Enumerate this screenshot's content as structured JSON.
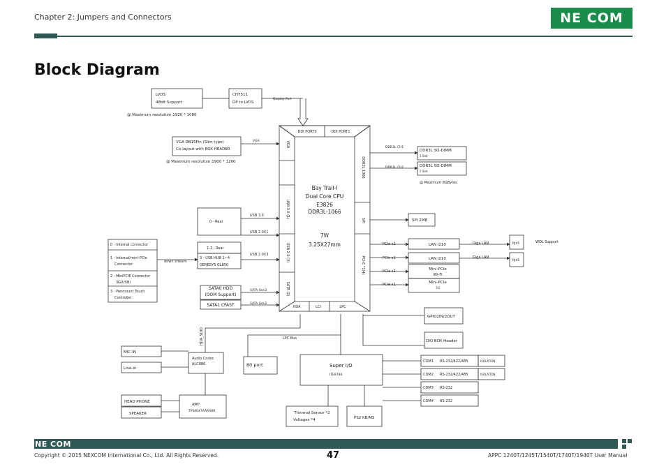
{
  "header": {
    "chapter": "Chapter 2: Jumpers and Connectors",
    "logo": "NE COM"
  },
  "page_title": "Block Diagram",
  "cpu": {
    "name": "Bay Trail-I",
    "line2": "Dual Core CPU",
    "line3": "E3826",
    "line4": "DDR3L-1066",
    "power": "7W",
    "size": "3.25X27mm",
    "ports": {
      "ddi0": "DDI PORT0",
      "ddi1": "DDI PORT1",
      "vga": "VGA",
      "usb30": "USB 3.0 (1)",
      "usb20": "USB 2.0 (4)",
      "sata": "SATA (2)",
      "ddr": "DDR3L 1066",
      "spi": "SPI",
      "pcie": "PCI-E *1(4)",
      "hda": "HDA",
      "lci": "LCI",
      "lpc": "LPC"
    }
  },
  "blocks": {
    "lvds_1": "LVDS",
    "lvds_2": "48bit Support",
    "ch7511_1": "CH7511",
    "ch7511_2": "DP to LVDS",
    "lvds_res": "@ Maximum resolution:1920 * 1080",
    "vga_1": "VGA DB15Pin (Slim type)",
    "vga_2": "Co-layout with BOX HEADER",
    "vga_res": "@ Maximum resolution:1900 * 1200",
    "usb_rear": "0 - Rear",
    "rear2": "1-2 - Rear",
    "usb_hub_1": "3 - USB HUB 1~4",
    "usb_hub_2": "GENESYS GL850",
    "internal_1": "0 - Internal connector",
    "internal_2": "1 - Internal/mini-PCIe",
    "internal_3": "Connector",
    "internal_4": "2 - MiniPCIE Connector",
    "internal_5": "3G(USB)",
    "internal_6": "3 - Penmount Touch",
    "internal_7": "Controller",
    "downstream": "down stream",
    "sata0_1": "SATA0 HDD",
    "sata0_2": "(DOM Support)",
    "sata1": "SATA1 CFAST",
    "ddr_1a": "DDR3L SO-DIMM",
    "ddr_1b": "1 Slot",
    "ddr_2a": "DDR3L SO-DIMM",
    "ddr_2b": "2 Slot",
    "ddr_max": "@ Maximum 8GBytes",
    "spi_flash": "SPI 2MB",
    "lan1": "LAN i210",
    "lan2": "LAN i210",
    "minipcie_wifi_1": "Mini-PCIe",
    "minipcie_wifi_2": "Wi-Fi",
    "minipcie_3g_1": "Mini-PCIe",
    "minipcie_3g_2": "3G",
    "rj45_1": "RJ45",
    "rj45_2": "RJ45",
    "wol": "WOL Support",
    "gpio": "GPIO2IN/2OUT",
    "dio": "DIO BOX Header",
    "superio_1": "Super I/O",
    "superio_2": "ITE8786",
    "port80": "80 port",
    "codec_1": "Audio Codec",
    "codec_2": "ALC886",
    "mic": "MIC-IN",
    "linein": "Line-in",
    "headphone": "HEAD PHONE",
    "speaker": "SPEAKER",
    "amp_1": "AMP",
    "amp_2": "TPS6047AARHBR",
    "thermal_1": "Thermal Sensor *2",
    "thermal_2": "Voltages *4",
    "ps2": "PS2 KB/MS",
    "com1": "COM1",
    "com1_t": "RS-232/422/485",
    "com2": "COM2",
    "com2_t": "RS-232/422/485",
    "com3": "COM3",
    "com3_t": "RS-232",
    "com4": "COM4",
    "com4_t": "RS-232",
    "isolation": "ISOLATION"
  },
  "links": {
    "display_port": "Display Port",
    "vga": "VGA",
    "usb30": "USB 3.0",
    "usb20x1": "USB 2.0X1",
    "usb20x3": "USB 2.0X3",
    "sata_gen2a": "SATA Gen2",
    "sata_gen2b": "SATA Gen2",
    "ddr_ch1": "DDR3L CH1",
    "ddr_ch2": "DDR3L CH2",
    "pcie1": "PCIe x1",
    "pcie2": "PCIe x1",
    "pcie3": "PCIe x1",
    "pcie4": "PCIe x1",
    "giga1": "Giga LAN",
    "giga2": "Giga LAN",
    "lpc_bus": "LPC Bus",
    "hda_sdio": "HDA_SDIO"
  },
  "footer": {
    "logo": "NE COM",
    "copyright": "Copyright © 2015 NEXCOM International Co., Ltd. All Rights Reserved.",
    "page": "47",
    "manual": "APPC 1240T/1245T/1540T/1740T/1940T User Manual"
  }
}
